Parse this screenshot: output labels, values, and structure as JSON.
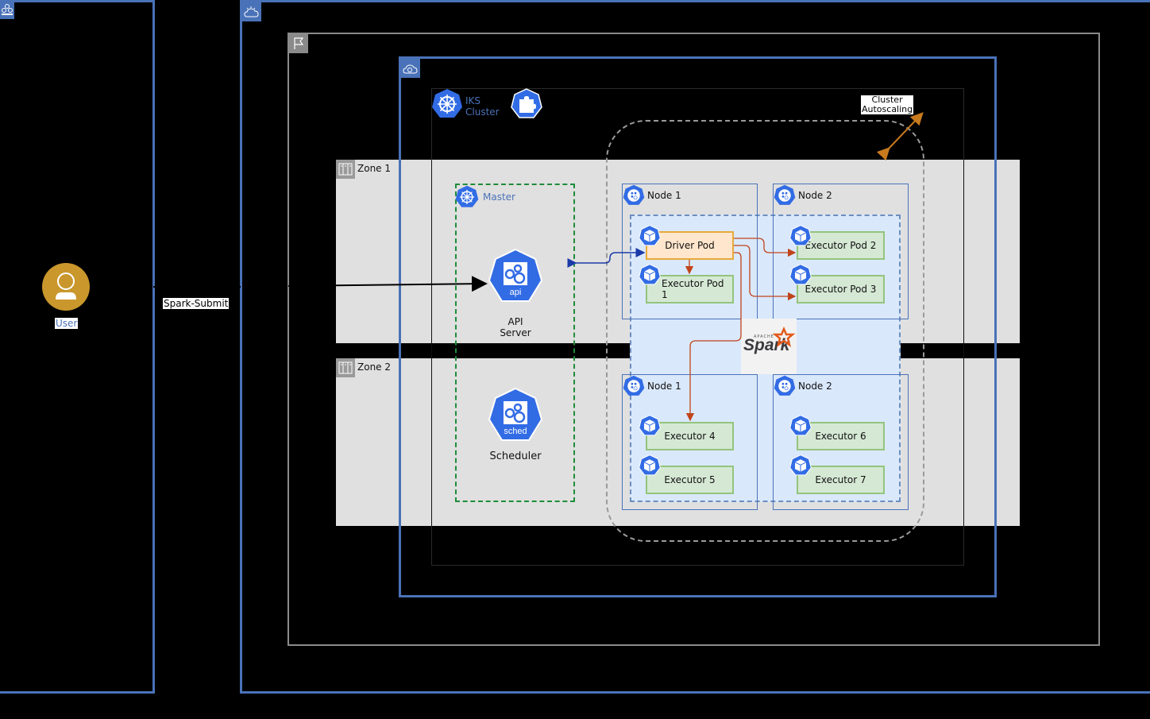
{
  "user": {
    "label": "User",
    "icon": "user-icon"
  },
  "connection": {
    "label": "Spark-Submit"
  },
  "cloud": {
    "icon": "ibm-cloud-icon"
  },
  "region": {
    "icon": "flag-icon"
  },
  "vpc": {
    "icon": "ibm-cloud-vpc-icon"
  },
  "cluster": {
    "title_line1": "IKS",
    "title_line2": "Cluster",
    "icon": "kubernetes-icon",
    "addon_icon": "puzzle-piece-icon"
  },
  "autoscaling": {
    "line1": "Cluster",
    "line2": "Autoscaling"
  },
  "zones": [
    {
      "label": "Zone 1",
      "icon": "datacenter-icon"
    },
    {
      "label": "Zone 2",
      "icon": "datacenter-icon"
    }
  ],
  "master": {
    "label": "Master",
    "api": {
      "badge": "api",
      "line1": "API",
      "line2": "Server"
    },
    "scheduler": {
      "badge": "sched",
      "label": "Scheduler"
    }
  },
  "nodes": [
    {
      "label": "Node 1",
      "zone": "Zone 1",
      "pods": [
        "Driver Pod",
        "Executor Pod 1"
      ]
    },
    {
      "label": "Node 2",
      "zone": "Zone 1",
      "pods": [
        "Executor Pod 2",
        "Executor Pod 3"
      ]
    },
    {
      "label": "Node 1",
      "zone": "Zone 2",
      "pods": [
        "Executor 4",
        "Executor 5"
      ]
    },
    {
      "label": "Node 2",
      "zone": "Zone 2",
      "pods": [
        "Executor 6",
        "Executor 7"
      ]
    }
  ],
  "spark": {
    "small": "APACHE",
    "word": "Spark"
  },
  "colors": {
    "boundary_blue": "#4a72b8",
    "k8s_blue": "#326ce5",
    "zone_grey": "#e0e0e0",
    "pod_green": "#d5e8d4",
    "driver_orange": "#ffe6cc",
    "arrow_red": "#c0441b",
    "autoscale_orange": "#c87a1e",
    "user_gold": "#c9972c"
  }
}
